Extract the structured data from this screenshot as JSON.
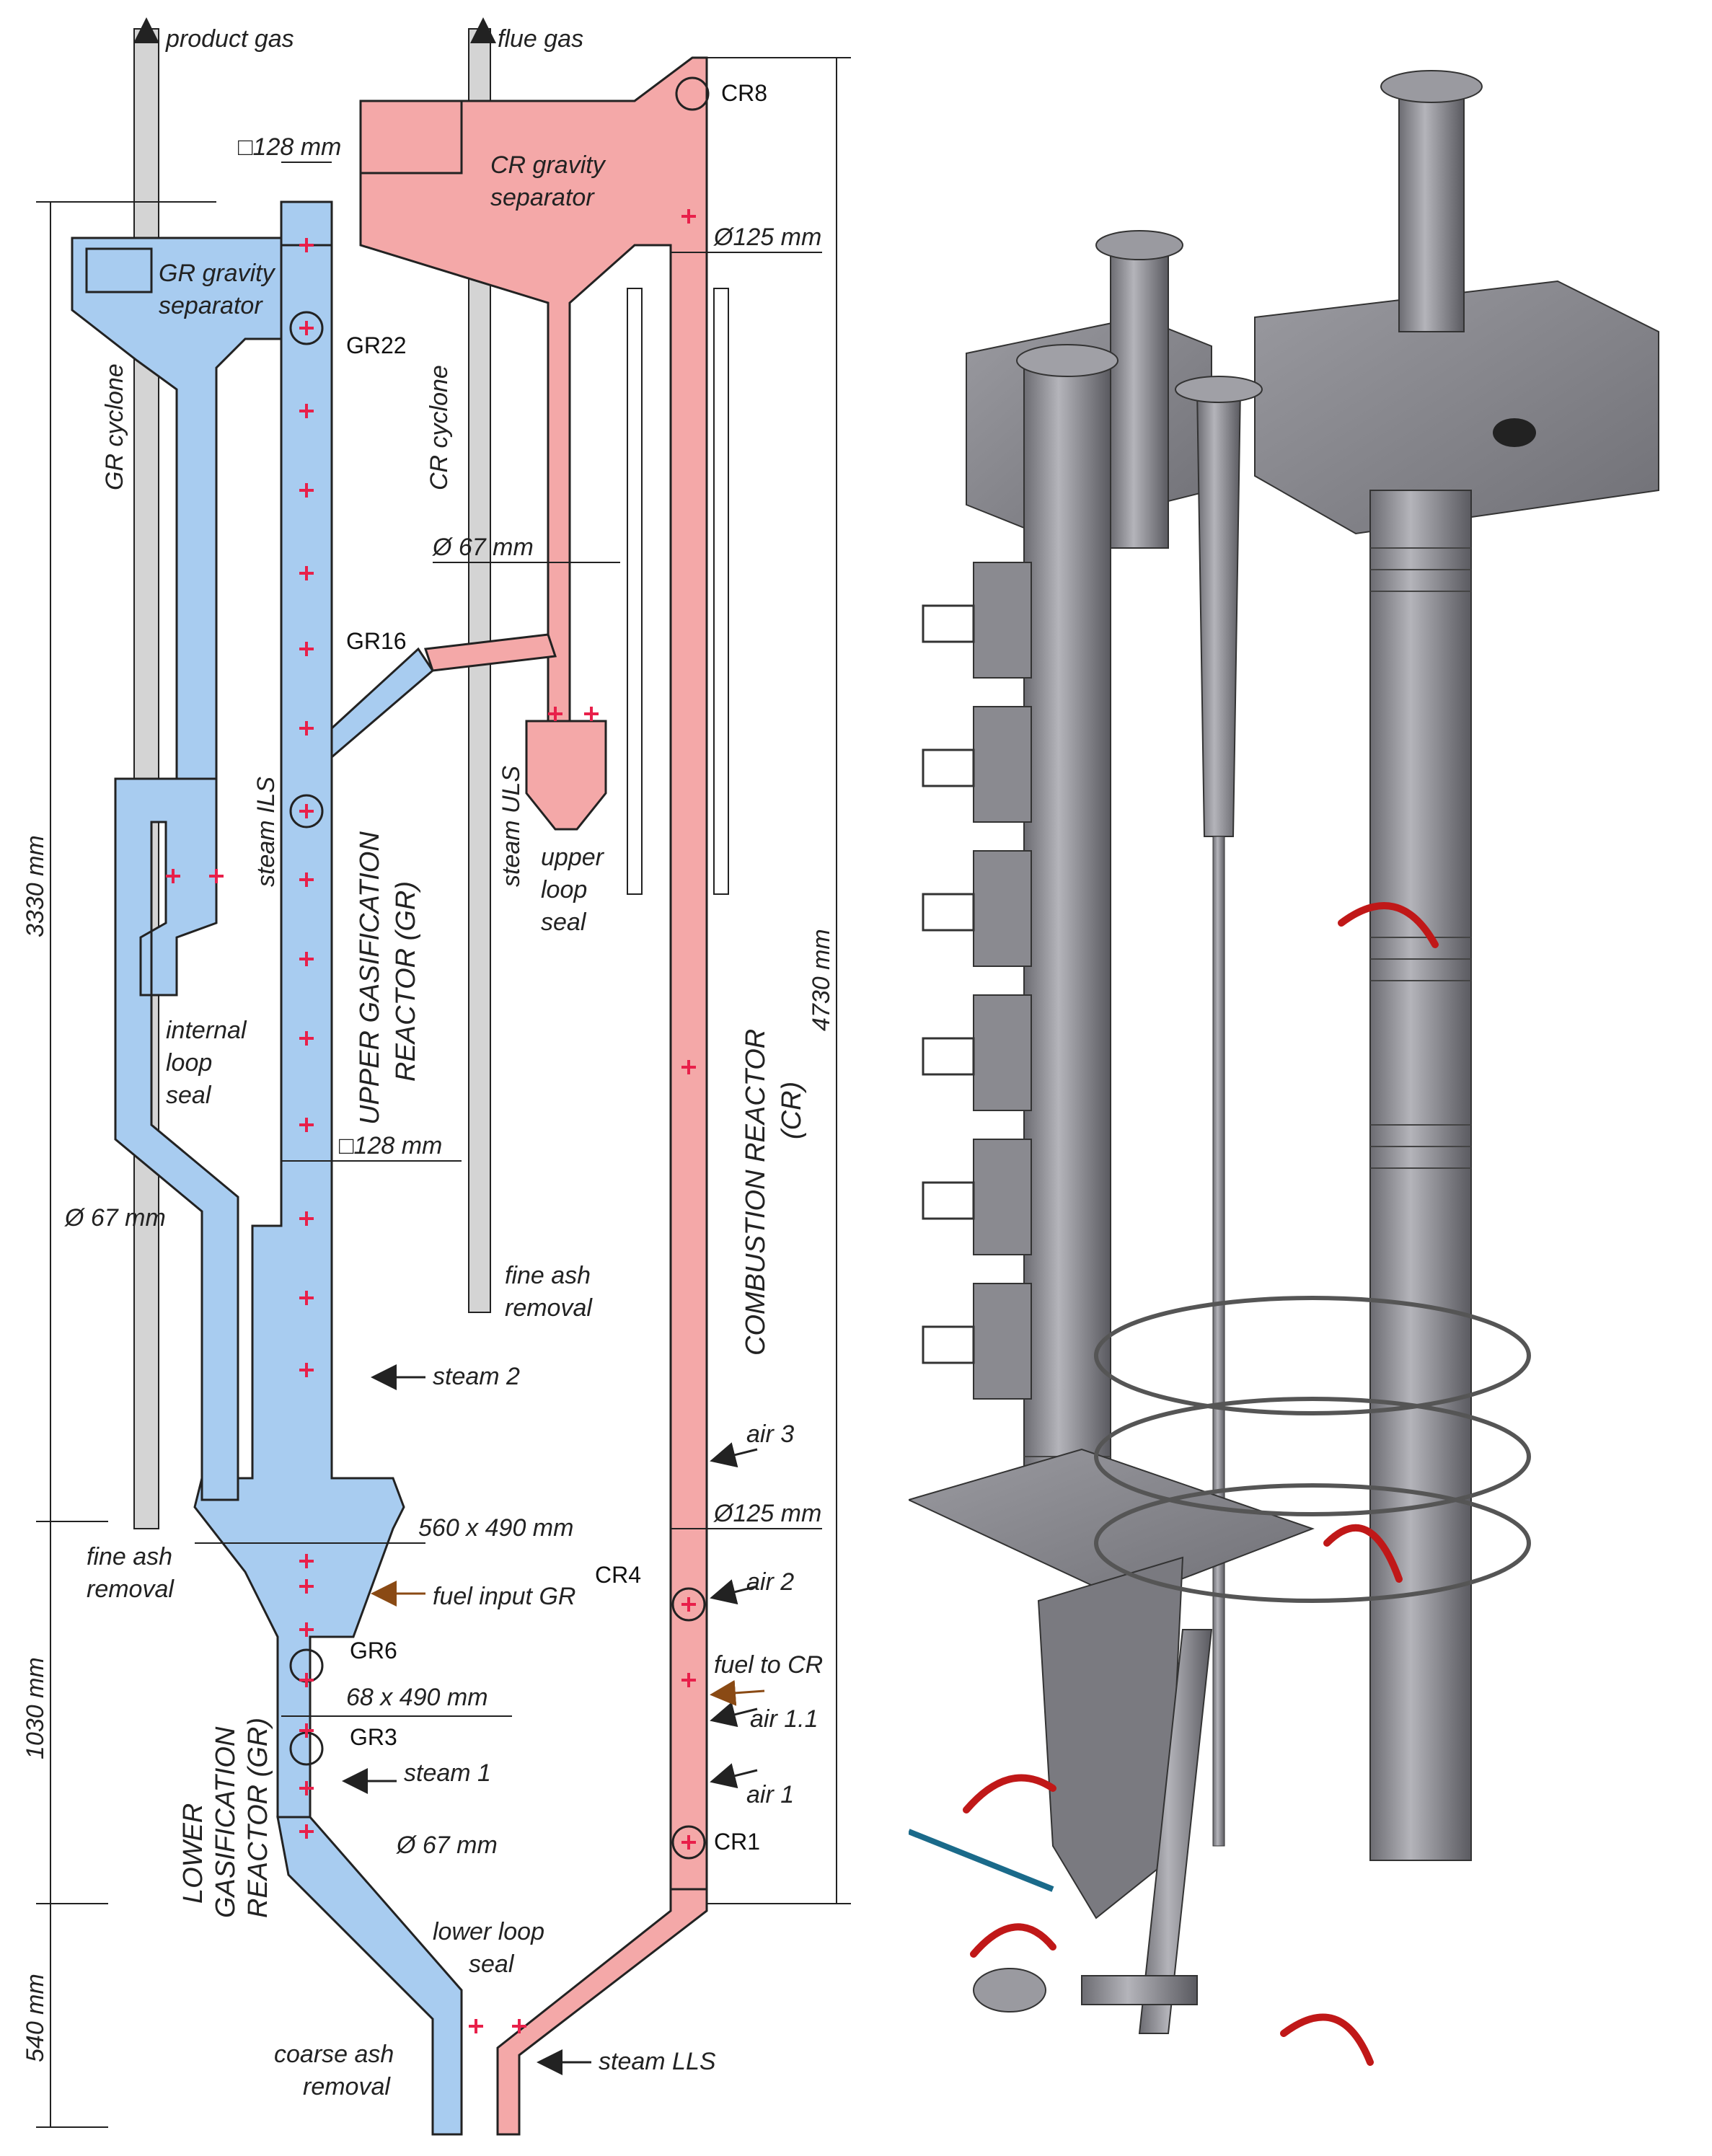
{
  "labels": {
    "product_gas": "product gas",
    "flue_gas": "flue gas",
    "gr_square_top": "□128 mm",
    "gr_gravity_separator": "GR gravity\nseparator",
    "cr_gravity_separator": "CR gravity\nseparator",
    "cr_top_dia": "Ø125 mm",
    "cr8": "CR8",
    "gr22": "GR22",
    "gr_cyclone": "GR cyclone",
    "cr_cyclone": "CR cyclone",
    "dia67_upper": "Ø 67 mm",
    "gr16": "GR16",
    "steam_ils": "steam ILS",
    "steam_uls": "steam ULS",
    "upper_loop_seal": "upper\nloop\nseal",
    "internal_loop_seal": "internal\nloop\nseal",
    "upper_gr": "UPPER GASIFICATION\nREACTOR (GR)",
    "combustion_reactor": "COMBUSTION REACTOR\n(CR)",
    "gr_square_mid": "□128 mm",
    "dia67_left": "Ø 67 mm",
    "fine_ash_mid": "fine ash\nremoval",
    "steam2": "steam 2",
    "air3": "air 3",
    "fine_ash_left": "fine ash\nremoval",
    "dim_560": "560 x 490 mm",
    "cr_mid_dia": "Ø125 mm",
    "cr4": "CR4",
    "fuel_input_gr": "fuel input GR",
    "air2": "air 2",
    "gr6": "GR6",
    "fuel_to_cr": "fuel to CR",
    "dim_68": "68 x 490 mm",
    "air11": "air 1.1",
    "gr3": "GR3",
    "steam1": "steam 1",
    "air1": "air 1",
    "lower_gr": "LOWER\nGASIFICATION\nREACTOR (GR)",
    "dia67_lower": "Ø 67 mm",
    "cr1": "CR1",
    "lower_loop_seal": "lower loop\nseal",
    "coarse_ash": "coarse ash\nremoval",
    "steam_lls": "steam LLS",
    "height_3330": "3330 mm",
    "height_1030": "1030 mm",
    "height_540": "540 mm",
    "height_4730": "4730 mm"
  },
  "colors": {
    "gr_fill": "#a8ccf0",
    "cr_fill": "#f4a8a8",
    "cyclone_fill": "#d4d4d4",
    "outline": "#222222",
    "marker_red": "#e8204a",
    "marker_grey": "#9a9a9a",
    "render_grey": "#8a8a90",
    "hose_red": "#c01818"
  }
}
